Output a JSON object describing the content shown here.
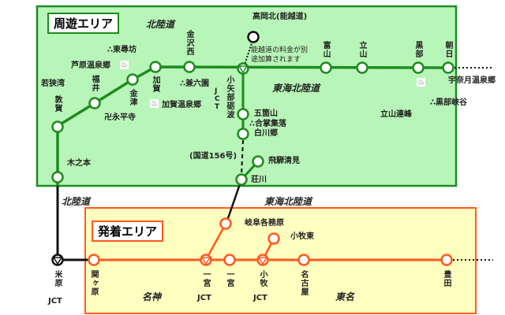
{
  "areas": {
    "tour": "周遊エリア",
    "departure": "発着エリア"
  },
  "roads": {
    "hokuriku_top": "北陸道",
    "tokai_hokuriku_top": "東海北陸道",
    "hokuriku_bottom": "北陸道",
    "tokai_hokuriku_bottom": "東海北陸道",
    "meishin": "名神",
    "tomei": "東名",
    "route156": "(国道156号)"
  },
  "tour_nodes": {
    "kinomoto": "木之本",
    "tsuruga": "敦賀",
    "fukui": "福井",
    "kanazu": "金津",
    "kaga": "加賀",
    "kanazawa_nishi": "金沢西",
    "oyabe_jct": "小矢部砺波",
    "oyabe_jct_suffix": "JCT",
    "takaoka_kita": "高岡北(能越道)",
    "gokayama": "五箇山",
    "shirakawago": "白川郷",
    "shokawa": "荘川",
    "hida_kiyomi": "飛騨清見",
    "toyama": "富山",
    "tateyama": "立山",
    "kurobe": "黒部",
    "asahi": "朝日"
  },
  "note": [
    "能越道の料金が別",
    "途加算されます"
  ],
  "sights": {
    "wakasa": "若狭湾",
    "tojinbo": "∴東尋坊",
    "awara": "芦原温泉郷",
    "eiheiji": "卍永平寺",
    "kenrokuen": "∴兼六園",
    "kaga_onsen": "加賀温泉郷",
    "gassho": "∴合掌集落",
    "unazuki": "宇奈月温泉郷",
    "kurobe_gorge": "∴黒部峡谷",
    "tateyama_renpo": "立山連峰"
  },
  "dep_nodes": {
    "maibara": "米原",
    "maibara_jct": "JCT",
    "sekigahara": "関ヶ原",
    "ichinomiya_jct": "一宮",
    "ichinomiya_jct_suffix": "JCT",
    "ichinomiya": "一宮",
    "komaki_jct": "小牧",
    "komaki_jct_suffix": "JCT",
    "nagoya": "名古屋",
    "toyota": "豊田",
    "gifu": "岐阜各務原",
    "komaki_higashi": "小牧東"
  },
  "colors": {
    "tour_fill": "#b8f5b8",
    "tour_line": "#1e8c1e",
    "dep_fill": "#ffffc0",
    "dep_line": "#ff5a1e"
  }
}
